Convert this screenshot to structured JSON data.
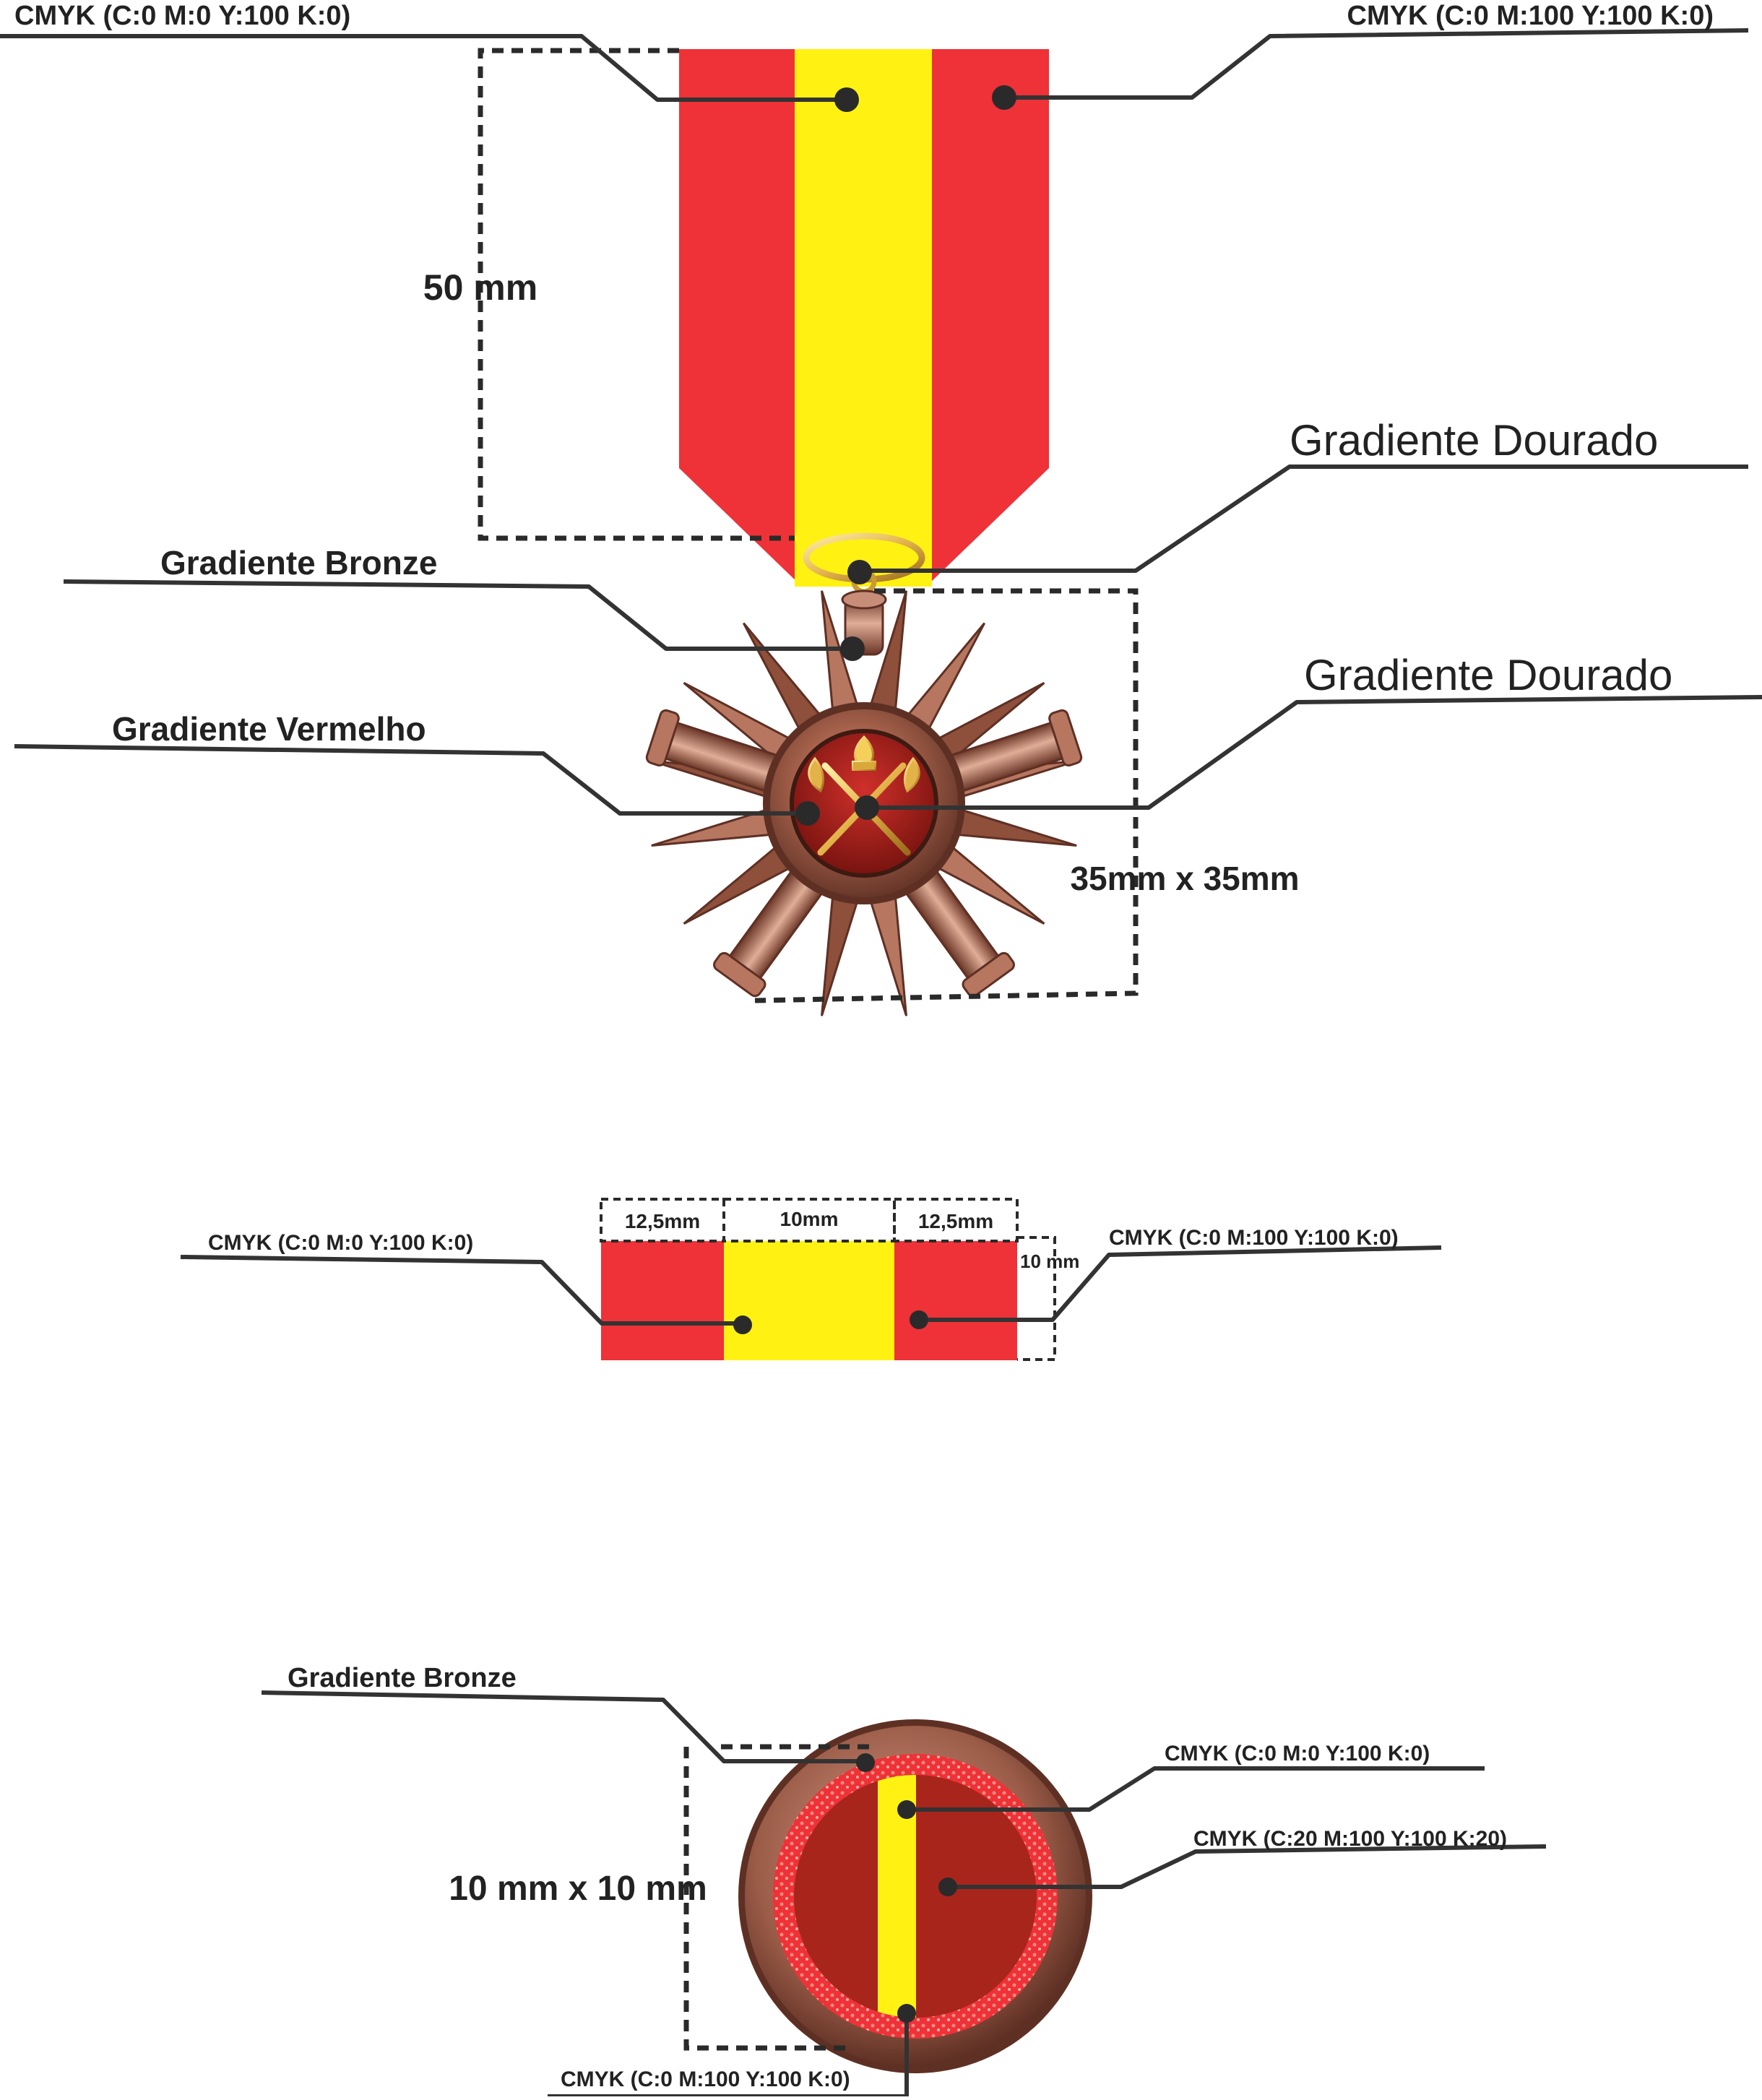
{
  "colors": {
    "red": "#ee3237",
    "yellow": "#fff212",
    "dark_red": "#a8251c",
    "bronze": "#9a5b47",
    "bronze_light": "#c88d78",
    "bronze_dark": "#5e3024",
    "gold": "#e3b34a",
    "leader": "#333333"
  },
  "medal": {
    "yellow_label": "CMYK (C:0 M:0 Y:100 K:0)",
    "red_label": "CMYK (C:0 M:100 Y:100 K:0)",
    "ribbon_length": "50 mm",
    "ring_label": "Gradiente Dourado",
    "body_label": "Gradiente Bronze",
    "center_label": "Gradiente Vermelho",
    "emblem_label": "Gradiente Dourado",
    "size_label": "35mm x 35mm"
  },
  "bar": {
    "yellow_label": "CMYK (C:0 M:0 Y:100 K:0)",
    "red_label": "CMYK (C:0 M:100 Y:100 K:0)",
    "left_width": "12,5mm",
    "center_width": "10mm",
    "right_width": "12,5mm",
    "height": "10 mm"
  },
  "pin": {
    "rim_label": "Gradiente Bronze",
    "yellow_label": "CMYK (C:0 M:0 Y:100 K:0)",
    "dark_red_label": "CMYK (C:20 M:100 Y:100 K:20)",
    "red_label": "CMYK (C:0 M:100 Y:100 K:0)",
    "size_label": "10 mm x 10 mm"
  }
}
